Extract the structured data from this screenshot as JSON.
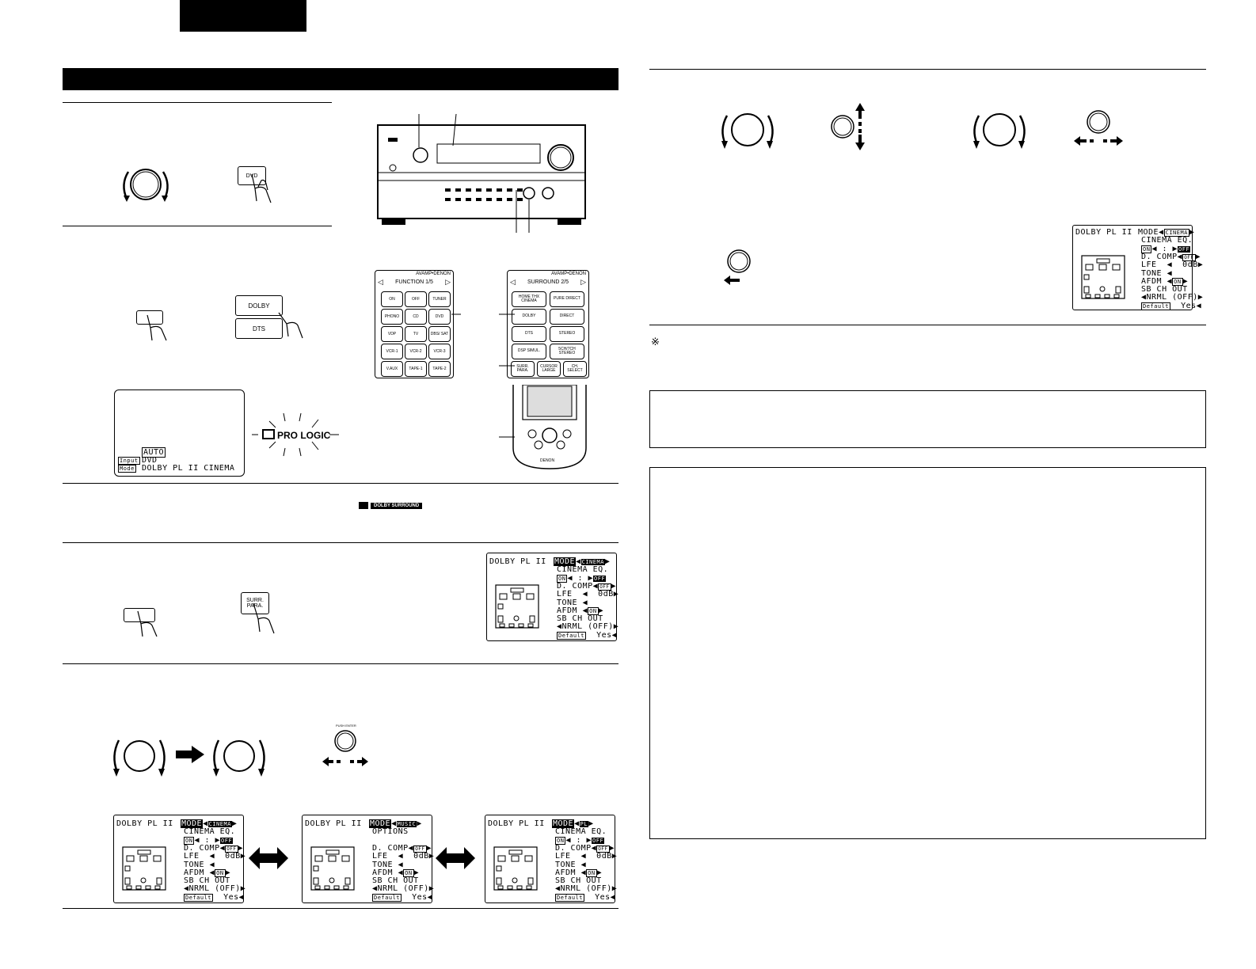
{
  "header_block": "",
  "section_bar": "",
  "buttons": {
    "dvd": "DVD",
    "dolby": "DOLBY",
    "dts": "DTS",
    "surr_para": "SURR.\nPARA."
  },
  "display_small": {
    "line_auto": "AUTO",
    "line_dvd": "DVD",
    "tag_input": "Input",
    "tag_mode": "Mode",
    "line_mode": "DOLBY PL II CINEMA"
  },
  "pro_logic_label": "PRO LOGIC",
  "dolby_surround_label": "DOLBY SURROUND",
  "remote_function": {
    "brand": "AVAMP•DENON",
    "title": "FUNCTION 1/5",
    "keys": [
      "ON",
      "OFF",
      "TUNER",
      "PHONO",
      "CD",
      "DVD",
      "VDP",
      "TV",
      "DBS/ SAT",
      "VCR-1",
      "VCR-2",
      "VCR-3",
      "V.AUX",
      "TAPE-1",
      "TAPE-2"
    ]
  },
  "remote_surround": {
    "brand": "AVAMP•DENON",
    "title": "SURROUND 2/5",
    "keys": [
      "HOME THX CINEMA",
      "PURE DIRECT",
      "DOLBY",
      "DIRECT",
      "DTS",
      "STEREO",
      "DSP SIMUL.",
      "5CH/7CH STEREO",
      "SURR. PARA.",
      "CURSOR LARGE",
      "CH. SELECT"
    ]
  },
  "handset_brand": "DENON",
  "push_enter": "PUSH ENTER",
  "osd_screens": [
    {
      "title": "DOLBY PL II",
      "mode_label": "MODE",
      "mode_value": "CINEMA",
      "l2": "CINEMA EQ.",
      "on": "ON",
      "off": "OFF",
      "dcomp": "D. COMP",
      "dcomp_val": "OFF",
      "lfe": "LFE",
      "lfe_val": "0dB",
      "tone": "TONE",
      "afdm": "AFDM",
      "afdm_val": "ON",
      "sb": "SB CH OUT",
      "nrml": "NRML (OFF)",
      "default": "Default",
      "yes": "Yes"
    },
    {
      "title": "DOLBY PL II",
      "mode_label": "MODE",
      "mode_value": "CINEMA",
      "l2": "CINEMA EQ.",
      "on": "ON",
      "off": "OFF",
      "dcomp": "D. COMP",
      "dcomp_val": "OFF",
      "lfe": "LFE",
      "lfe_val": "0dB",
      "tone": "TONE",
      "afdm": "AFDM",
      "afdm_val": "ON",
      "sb": "SB CH OUT",
      "nrml": "NRML (OFF)",
      "default": "Default",
      "yes": "Yes"
    },
    {
      "title": "DOLBY PL II",
      "mode_label": "MODE",
      "mode_value": "CINEMA",
      "l2": "CINEMA EQ.",
      "on": "ON",
      "off": "OFF",
      "dcomp": "D. COMP",
      "dcomp_val": "OFF",
      "lfe": "LFE",
      "lfe_val": "0dB",
      "tone": "TONE",
      "afdm": "AFDM",
      "afdm_val": "ON",
      "sb": "SB CH OUT",
      "nrml": "NRML (OFF)",
      "default": "Default",
      "yes": "Yes"
    },
    {
      "title": "DOLBY PL II",
      "mode_label": "MODE",
      "mode_value": "MUSIC",
      "l2": "OPTIONS",
      "on": "",
      "off": "",
      "dcomp": "D. COMP",
      "dcomp_val": "OFF",
      "lfe": "LFE",
      "lfe_val": "0dB",
      "tone": "TONE",
      "afdm": "AFDM",
      "afdm_val": "ON",
      "sb": "SB CH OUT",
      "nrml": "NRML (OFF)",
      "default": "Default",
      "yes": "Yes"
    },
    {
      "title": "DOLBY PL II",
      "mode_label": "MODE",
      "mode_value": "PL",
      "l2": "CINEMA EQ.",
      "on": "ON",
      "off": "OFF",
      "dcomp": "D. COMP",
      "dcomp_val": "OFF",
      "lfe": "LFE",
      "lfe_val": "0dB",
      "tone": "TONE",
      "afdm": "AFDM",
      "afdm_val": "ON",
      "sb": "SB CH OUT",
      "nrml": "NRML (OFF)",
      "default": "Default",
      "yes": "Yes"
    }
  ],
  "note_symbol": "※"
}
